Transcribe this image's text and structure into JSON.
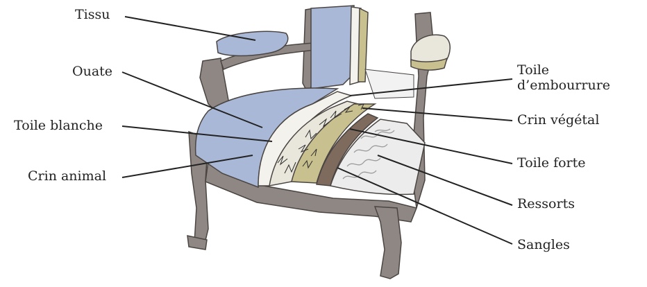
{
  "labels": {
    "tissu": "Tissu",
    "ouate": "Ouate",
    "toile_blanche": "Toile blanche",
    "crin_animal": "Crin animal",
    "toile_embourrure_line1": "Toile",
    "toile_embourrure_line2": "d’embourrure",
    "crin_vegetal": "Crin végétal",
    "toile_forte": "Toile forte",
    "ressorts": "Ressorts",
    "sangles": "Sangles"
  },
  "colors": {
    "frame": "#8f8783",
    "frame_outline": "#4a4542",
    "fabric": "#a9b8d6",
    "batting": "#f4f2ec",
    "white_cloth": "#e9e6dc",
    "animal_hair": "#c9c08f",
    "strong_cloth": "#7e6b5d",
    "springs": "#d9d9d9",
    "leader_line": "#222222"
  }
}
